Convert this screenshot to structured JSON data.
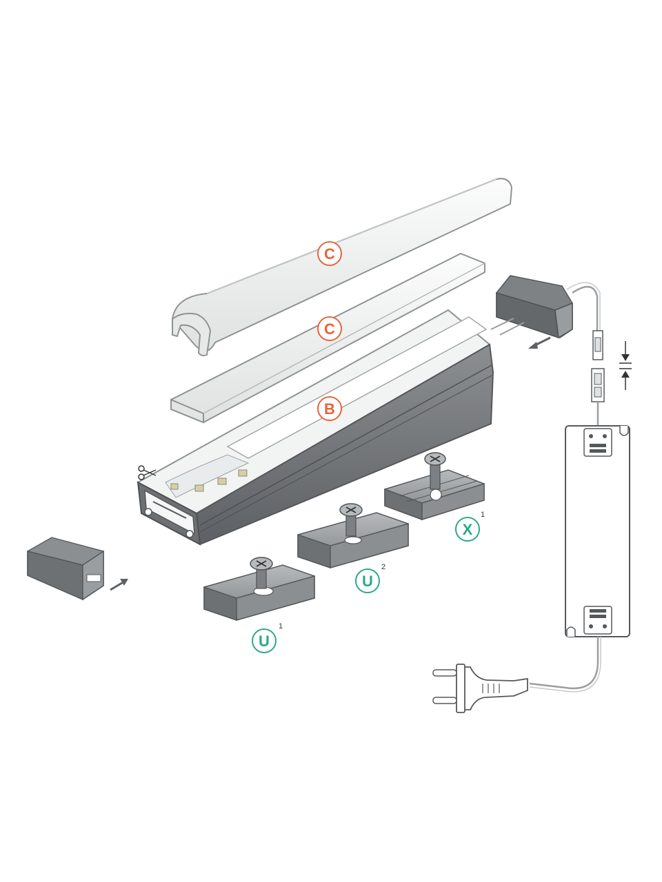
{
  "colors": {
    "orange": "#e8633a",
    "teal": "#2aa88a",
    "profile_dark": "#6c6f72",
    "profile_mid": "#8a8d90",
    "profile_light": "#a9acaf",
    "cover": "#eef0ef",
    "outline": "#8f9293",
    "cable": "#9a9da0",
    "metal": "#7d8083"
  },
  "labels": {
    "cover_round": {
      "letter": "C",
      "sup": ""
    },
    "cover_flat": {
      "letter": "C",
      "sup": ""
    },
    "cover_b": {
      "letter": "B",
      "sup": ""
    },
    "clip_u1": {
      "letter": "U",
      "sup": "1"
    },
    "clip_u2": {
      "letter": "U",
      "sup": "2"
    },
    "clip_x1": {
      "letter": "X",
      "sup": "1"
    }
  },
  "icons": [
    "scissors-icon",
    "arrow-icon",
    "screw-icon",
    "plug-icon",
    "compression-arrows-icon"
  ]
}
